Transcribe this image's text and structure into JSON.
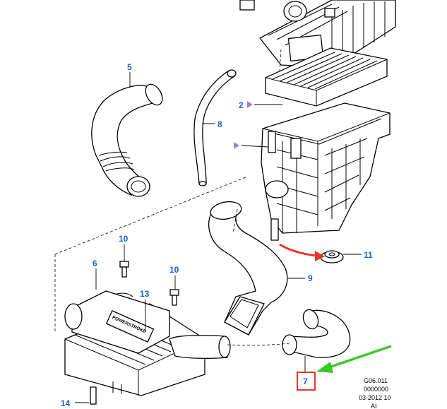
{
  "callouts": [
    "5",
    "2",
    "8",
    "11",
    "9",
    "10",
    "10",
    "6",
    "13",
    "7",
    "14"
  ],
  "ref_code": [
    "G06.011",
    "0000000",
    "03-2012 10",
    "AI"
  ],
  "badge_text": "POWERSTROKE",
  "colors": {
    "label": "#1f5fbf",
    "triangle": "#9b7fd1",
    "red_arrow": "#e8362a",
    "green_arrow": "#3cc828",
    "highlight_box": "#e8362a"
  }
}
